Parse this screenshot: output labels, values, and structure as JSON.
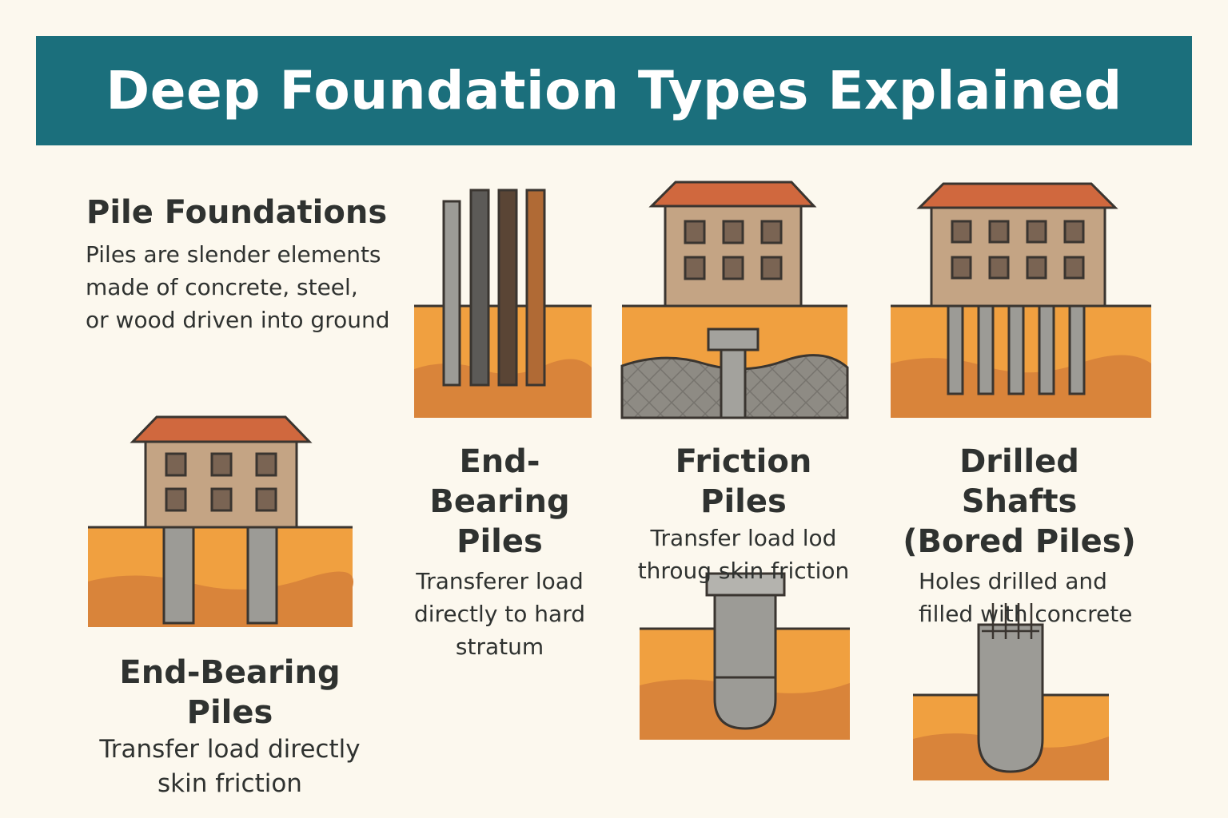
{
  "title": "Deep Foundation Types Explained",
  "intro": {
    "heading": "Pile Foundations",
    "lines": [
      "Piles are slender elements",
      "made of concrete, steel,",
      "or wood  driven into ground"
    ]
  },
  "sections": [
    {
      "heading_lines": [
        "End-Bearing",
        "Piles"
      ],
      "desc_lines": [
        "Transferer load",
        "directly to hard",
        "stratum"
      ]
    },
    {
      "heading_lines": [
        "Friction Piles"
      ],
      "desc_lines": [
        "Transfer load lod",
        "throug skin friction"
      ]
    },
    {
      "heading_lines": [
        "Drilled Shafts",
        "(Bored Piles)"
      ],
      "desc_lines": [
        "Holes drilled and",
        "filled with concrete"
      ]
    },
    {
      "heading_lines": [
        "End-Bearing Piles"
      ],
      "desc_lines": [
        "Transfer load directly",
        "skin friction"
      ]
    }
  ],
  "colors": {
    "banner": "#1b6f7c",
    "soil": "#f0a040",
    "soil_dark": "#d9843a",
    "roof": "#d0683e",
    "wall": "#c4a484",
    "concrete": "#9c9b96"
  }
}
